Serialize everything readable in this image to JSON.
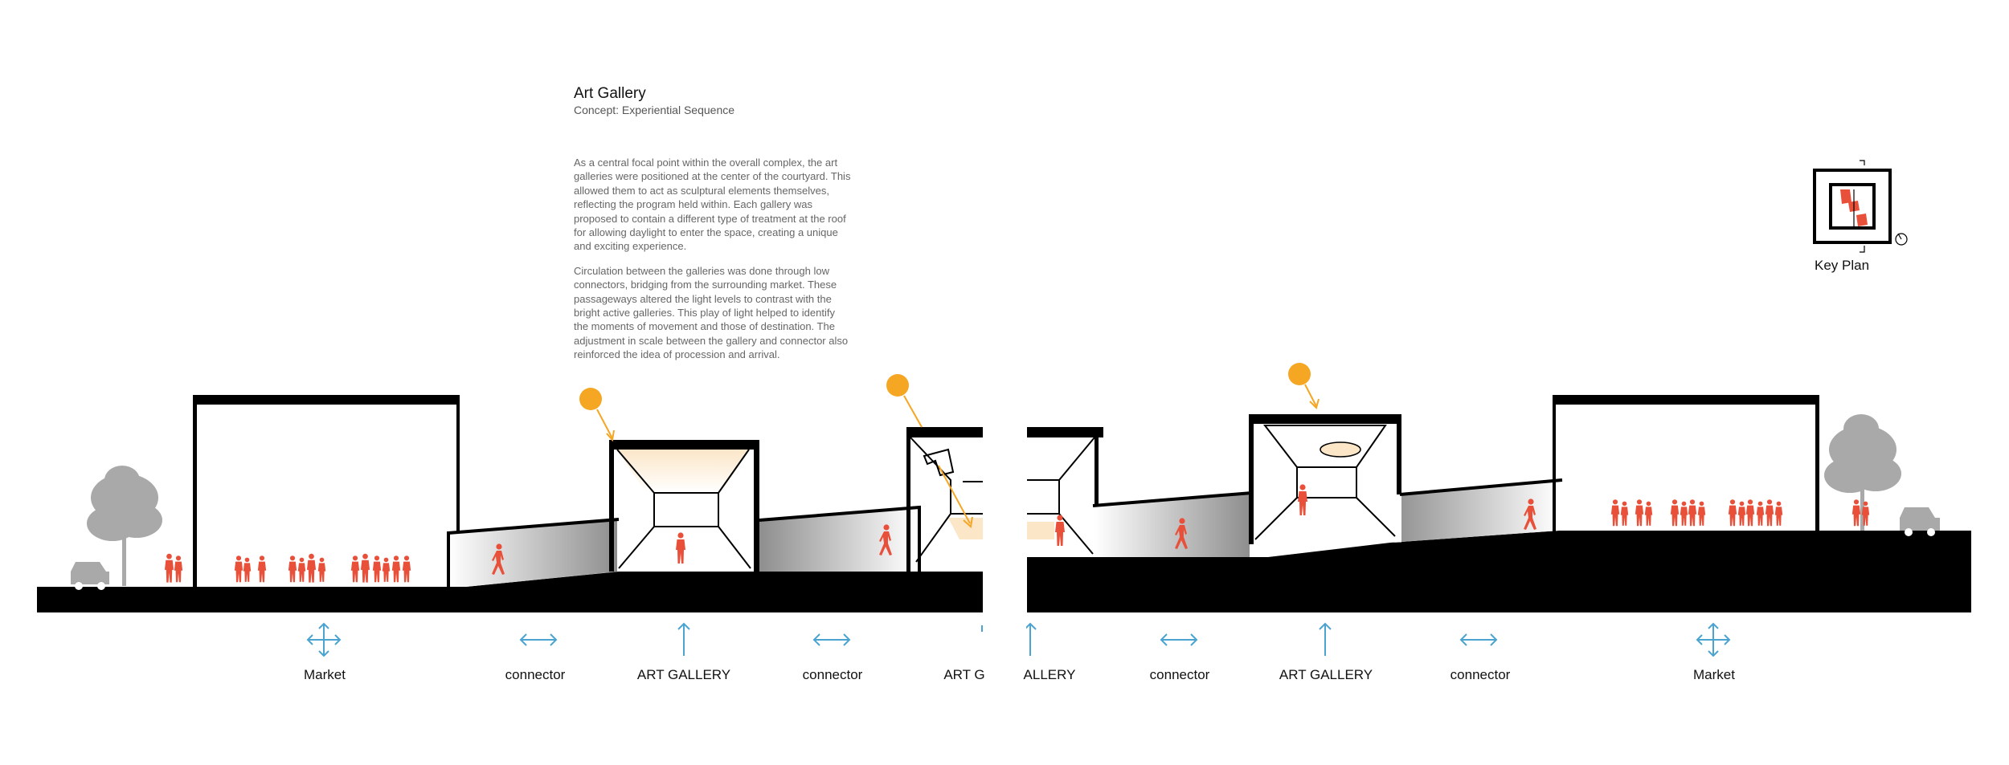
{
  "title": "Art Gallery",
  "subtitle": "Concept: Experiential Sequence",
  "paragraph1": [
    "As a central focal point within the overall complex, the art",
    "galleries were positioned at the center of the courtyard.  This",
    "allowed them to act as sculptural elements themselves,",
    "reflecting the program held within.  Each gallery was",
    "proposed to contain a different type of treatment at the roof",
    "for allowing daylight to enter the space, creating a unique",
    "and exciting experience."
  ],
  "paragraph2": [
    "Circulation between the galleries was done through low",
    "connectors, bridging from the surrounding market.  These",
    "passageways altered the light levels to contrast with the",
    "bright active galleries.  This play of light helped to identify",
    "the moments of movement and those of destination.  The",
    "adjustment in scale between the gallery and connector also",
    "reinforced the idea of procession and arrival."
  ],
  "key_plan_label": "Key Plan",
  "left_section_labels": {
    "market": "Market",
    "connector_1": "connector",
    "art_gallery": "ART GALLERY",
    "connector_2": "connector",
    "art_gallery_cut": "ART G"
  },
  "right_section_labels": {
    "gallery_cut": "ALLERY",
    "connector_1": "connector",
    "art_gallery": "ART GALLERY",
    "connector_2": "connector",
    "market": "Market"
  },
  "colors": {
    "people": "#e8503a",
    "sun": "#f5a623",
    "arrows": "#4aa3d0",
    "tree": "#a9a9a9",
    "ground": "#000000",
    "connector_fill": "#8e8e8e",
    "daylight_glow": "#fbe6c8"
  },
  "icons": [
    "sun-icon",
    "person-icon",
    "tree-icon",
    "car-icon",
    "bidirectional-arrow-icon",
    "four-way-arrow-icon",
    "up-arrow-icon",
    "north-arrow-icon"
  ]
}
